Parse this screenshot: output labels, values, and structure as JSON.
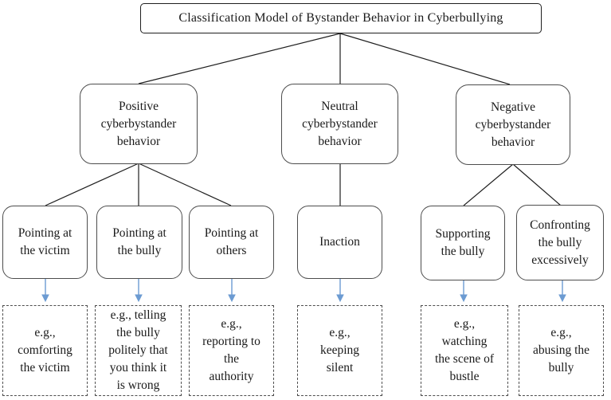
{
  "diagram": {
    "title": "Classification Model of Bystander Behavior in Cyberbullying",
    "categories": [
      {
        "label": "Positive\ncyberbystander\nbehavior"
      },
      {
        "label": "Neutral\ncyberbystander\nbehavior"
      },
      {
        "label": "Negative\ncyberbystander\nbehavior"
      }
    ],
    "behaviors": [
      {
        "label": "Pointing at\nthe victim",
        "example": "e.g.,\ncomforting\nthe victim"
      },
      {
        "label": "Pointing at\nthe bully",
        "example": "e.g., telling\nthe bully\npolitely that\nyou think it\nis wrong"
      },
      {
        "label": "Pointing at\nothers",
        "example": "e.g.,\nreporting to\nthe\nauthority"
      },
      {
        "label": "Inaction",
        "example": "e.g.,\nkeeping\nsilent"
      },
      {
        "label": "Supporting\nthe bully",
        "example": "e.g.,\nwatching\nthe scene of\nbustle"
      },
      {
        "label": "Confronting\nthe bully\nexcessively",
        "example": "e.g.,\nabusing the\nbully"
      }
    ]
  },
  "colors": {
    "arrow": "#6c9bd2",
    "line": "#1f1f1f",
    "border": "#4d4d4d",
    "text": "#1a1a1a",
    "bg": "#ffffff"
  }
}
